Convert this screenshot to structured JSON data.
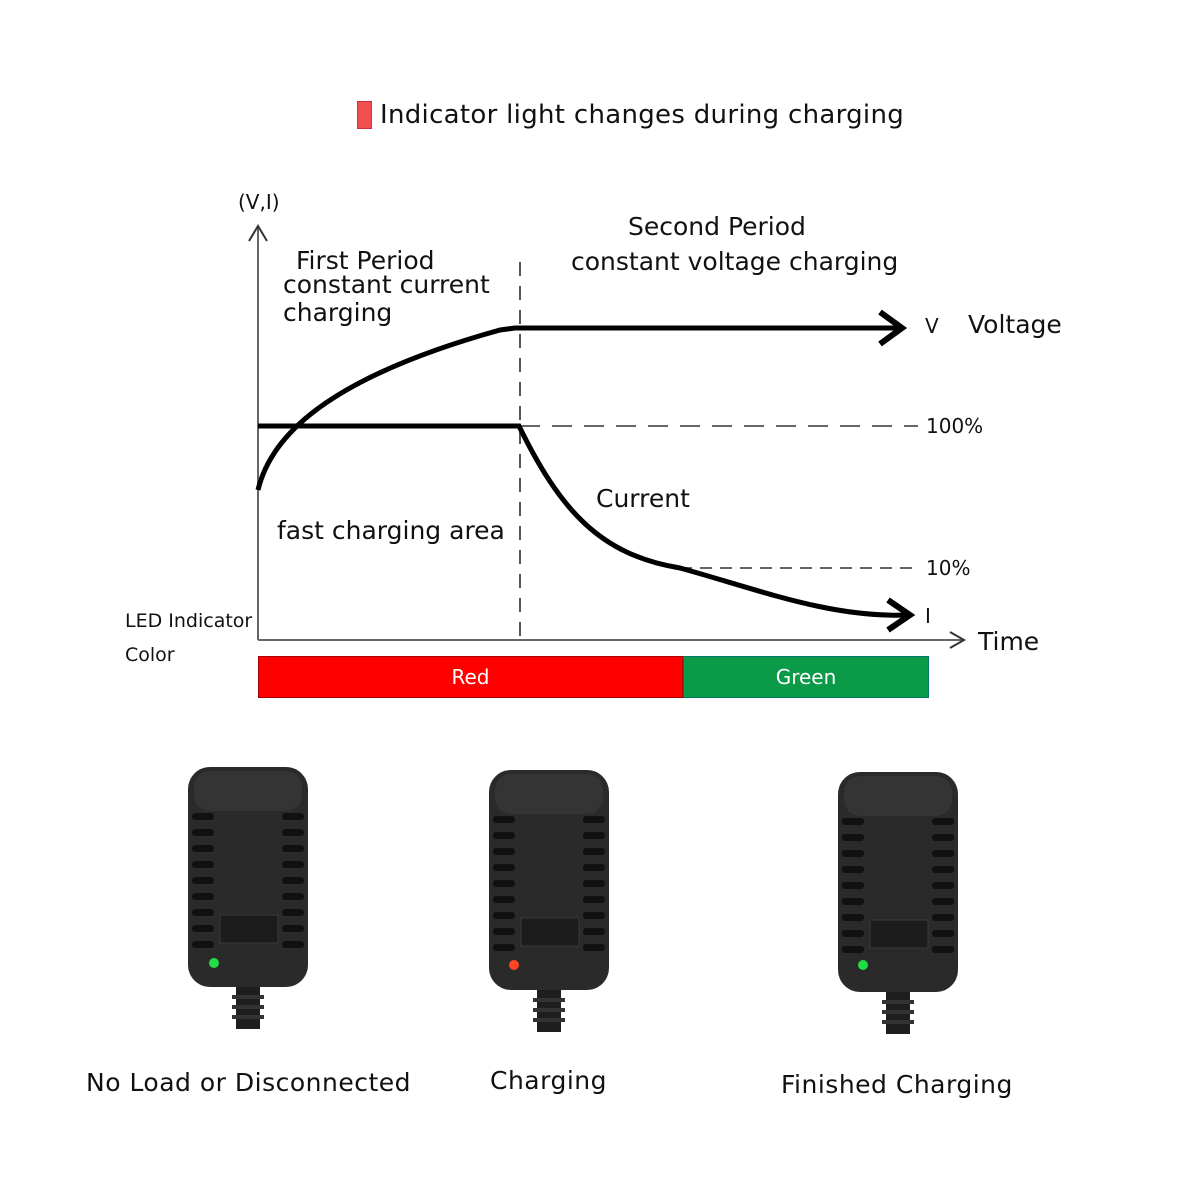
{
  "title": {
    "text": "Indicator light changes during charging",
    "swatch_color": "#f05050"
  },
  "chart_data": {
    "type": "line",
    "title": "Indicator light changes during charging",
    "ylabel": "(V,I)",
    "xlabel": "Time",
    "periods": [
      {
        "name": "First  Period",
        "description_lines": [
          "constant current",
          "charging"
        ],
        "area_label": "fast charging area"
      },
      {
        "name": "Second Period",
        "description_lines": [
          "constant voltage charging"
        ]
      }
    ],
    "series": [
      {
        "name": "Voltage",
        "symbol": "V",
        "shape": "rises during first period, then flat"
      },
      {
        "name": "Current",
        "symbol": "I",
        "shape": "flat at 100% during first period, then decays past 10%"
      }
    ],
    "reference_levels": [
      "100%",
      "10%"
    ],
    "led_bar": [
      {
        "label": "Red",
        "color": "#ff0000"
      },
      {
        "label": "Green",
        "color": "#0a9a48"
      }
    ],
    "grid": false
  },
  "axis": {
    "y_label": "(V,I)",
    "x_label": "Time"
  },
  "annotations": {
    "first_period_title": "First  Period",
    "first_period_line2": "constant current",
    "first_period_line3": "charging",
    "second_period_title": "Second Period",
    "second_period_line2": "constant voltage charging",
    "voltage_symbol": "V",
    "voltage_label": "Voltage",
    "current_label": "Current",
    "current_symbol": "I",
    "level_100": "100%",
    "level_10": "10%",
    "fast_area": "fast charging area"
  },
  "led": {
    "label_line1": "LED Indicator",
    "label_line2": "Color",
    "red_label": "Red",
    "green_label": "Green",
    "red_color": "#ff0000",
    "green_color": "#0a9a48"
  },
  "adapters": [
    {
      "caption": "No Load or Disconnected",
      "led_color": "#22dd44"
    },
    {
      "caption": "Charging",
      "led_color": "#ff4422"
    },
    {
      "caption": "Finished Charging",
      "led_color": "#22dd44"
    }
  ]
}
